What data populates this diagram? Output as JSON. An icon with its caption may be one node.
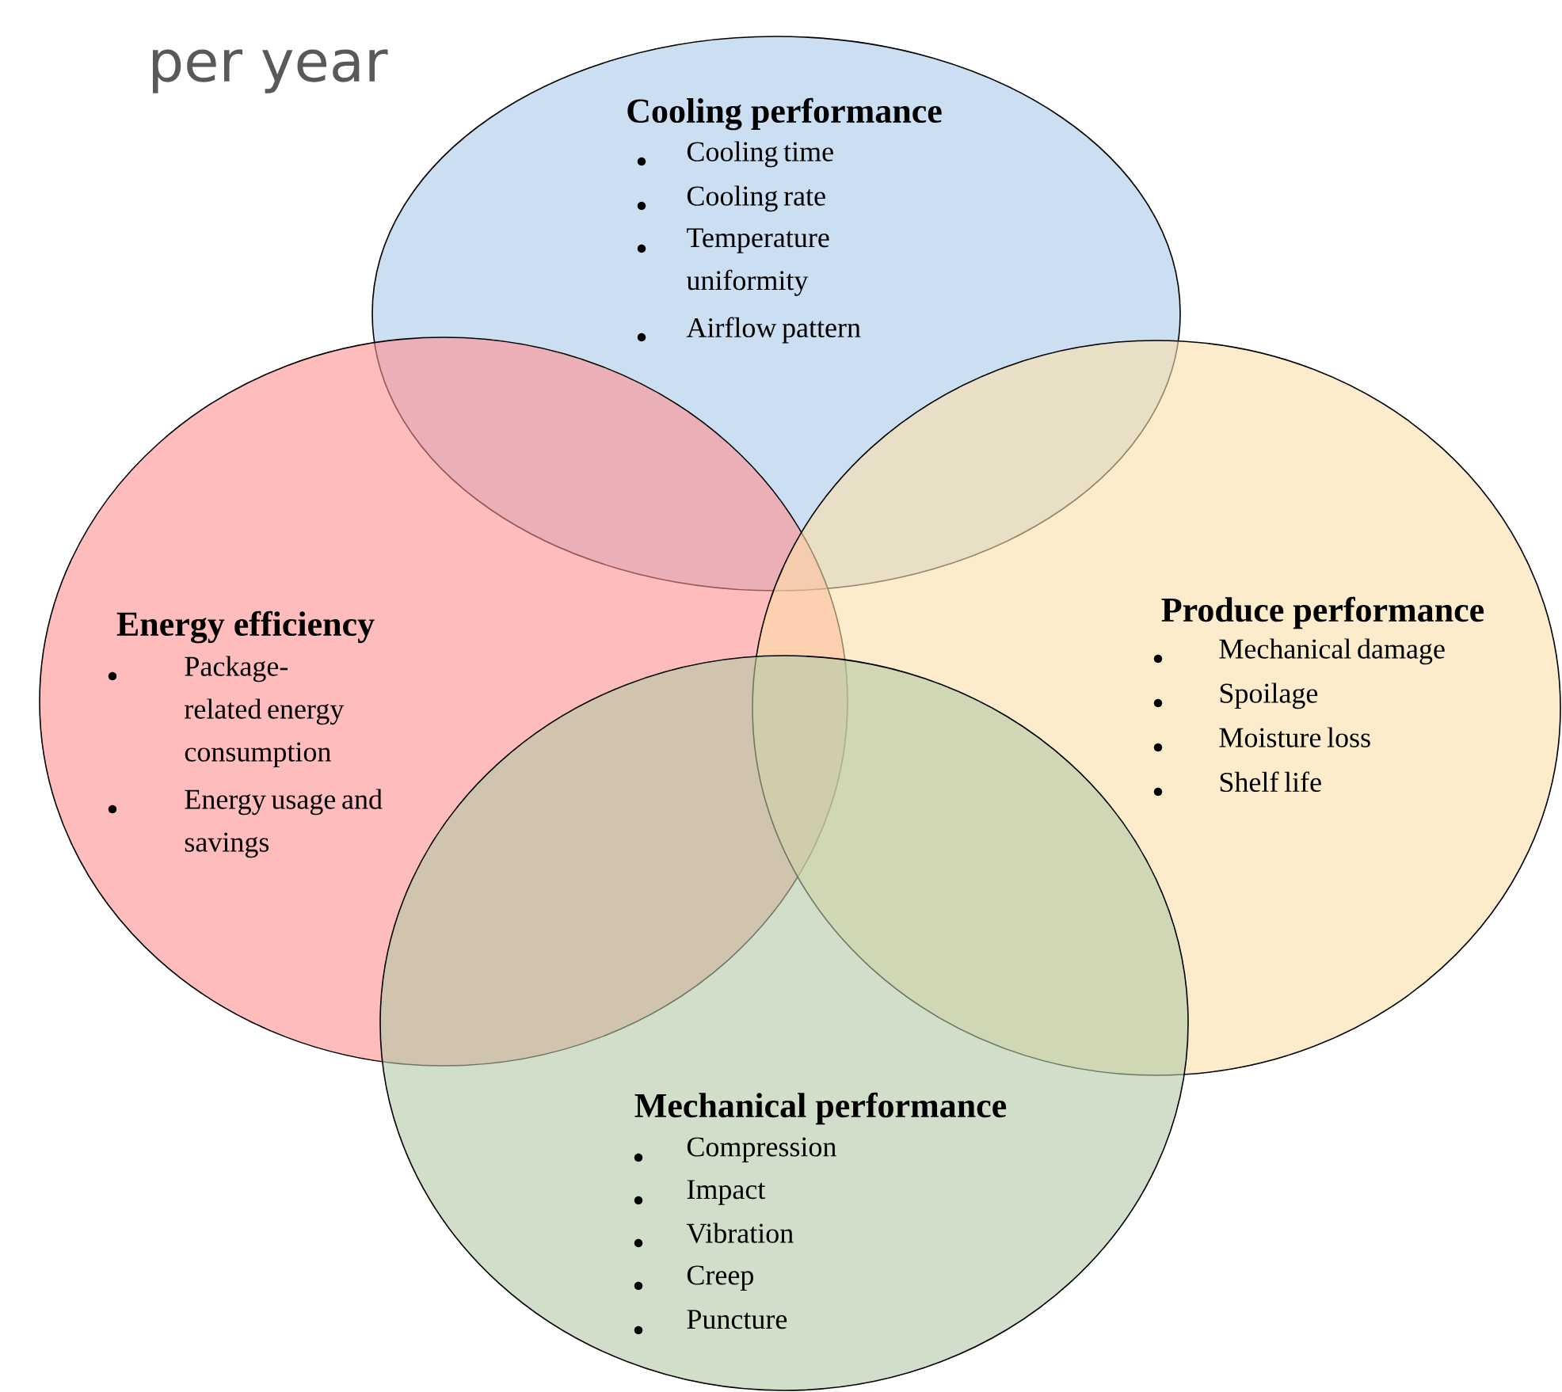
{
  "diagram": {
    "nodes": [
      {
        "text": [
          "Cooling performance",
          "Cooling time",
          "Cooling rate",
          "Temperature uniformity",
          "Airflow pattern"
        ]
      },
      {
        "text": [
          "Energy efficiency",
          "Package-related energy consumption",
          "Energy usage and savings"
        ]
      },
      {
        "text": [
          "Produce performance",
          "Mechanical damage",
          "Spoilage",
          "Moisture loss",
          "Shelf life"
        ]
      },
      {
        "text": [
          "Mechanical performance",
          "Compression",
          "Impact",
          "Vibration",
          "Creep",
          "Puncture"
        ]
      }
    ],
    "labels": [
      "per year"
    ]
  }
}
